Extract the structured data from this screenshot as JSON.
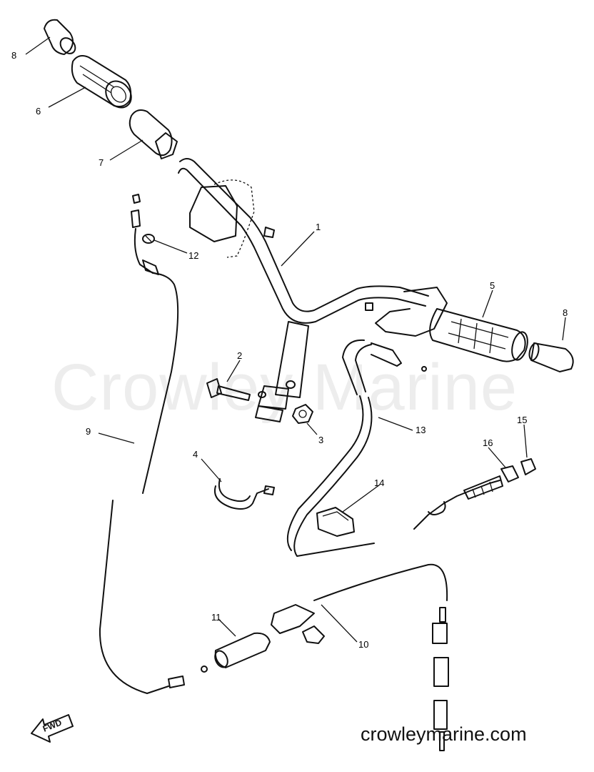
{
  "watermark": "Crowley Marine",
  "site_url": "crowleymarine.com",
  "fwd_label": "FWD",
  "callouts": [
    {
      "id": "8a",
      "label": "8"
    },
    {
      "id": "6",
      "label": "6"
    },
    {
      "id": "7",
      "label": "7"
    },
    {
      "id": "1",
      "label": "1"
    },
    {
      "id": "12",
      "label": "12"
    },
    {
      "id": "5",
      "label": "5"
    },
    {
      "id": "8b",
      "label": "8"
    },
    {
      "id": "2",
      "label": "2"
    },
    {
      "id": "3",
      "label": "3"
    },
    {
      "id": "9",
      "label": "9"
    },
    {
      "id": "13",
      "label": "13"
    },
    {
      "id": "15",
      "label": "15"
    },
    {
      "id": "16",
      "label": "16"
    },
    {
      "id": "4",
      "label": "4"
    },
    {
      "id": "14",
      "label": "14"
    },
    {
      "id": "11",
      "label": "11"
    },
    {
      "id": "10",
      "label": "10"
    }
  ]
}
